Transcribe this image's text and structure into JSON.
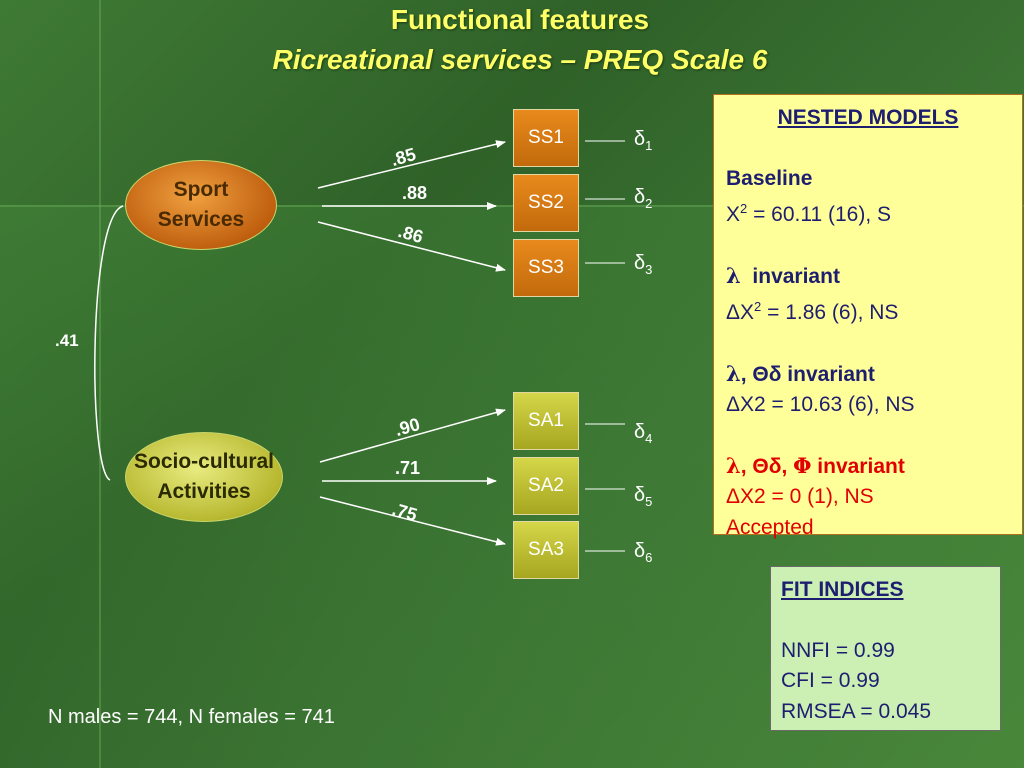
{
  "title": {
    "line1": "Functional features",
    "line2": "Ricreational services – PREQ Scale 6"
  },
  "latent": {
    "sport": [
      "Sport",
      "Services"
    ],
    "socio": [
      "Socio-cultural",
      "Activities"
    ]
  },
  "indicators": {
    "ss1": "SS1",
    "ss2": "SS2",
    "ss3": "SS3",
    "sa1": "SA1",
    "sa2": "SA2",
    "sa3": "SA3"
  },
  "errors": {
    "d1": {
      "sym": "δ",
      "sub": "1"
    },
    "d2": {
      "sym": "δ",
      "sub": "2"
    },
    "d3": {
      "sym": "δ",
      "sub": "3"
    },
    "d4": {
      "sym": "δ",
      "sub": "4"
    },
    "d5": {
      "sym": "δ",
      "sub": "5"
    },
    "d6": {
      "sym": "δ",
      "sub": "6"
    }
  },
  "loadings": {
    "ss1": ".85",
    "ss2": ".88",
    "ss3": ".86",
    "sa1": ".90",
    "sa2": ".71",
    "sa3": ".75"
  },
  "correlation": ".41",
  "nested_models": {
    "header": "NESTED MODELS",
    "baseline_label": "Baseline",
    "baseline_chi": "X",
    "baseline_sup": "2",
    "baseline_value": " = 60.11 (16), S",
    "m1_sym": "λ",
    "m1_label": "invariant",
    "m1_chi": "ΔX",
    "m1_sup": "2",
    "m1_value": " = 1.86 (6), NS",
    "m2_sym": "λ",
    "m2_label": ", Θδ invariant",
    "m2_value": "ΔX2 = 10.63 (6), NS",
    "m3_sym": "λ",
    "m3_label_a": ", Θδ, ",
    "m3_phi": "Φ",
    "m3_label_b": " invariant",
    "m3_value": "ΔX2 = 0 (1), NS",
    "m3_status": "Accepted"
  },
  "fit_indices": {
    "header": "FIT INDICES",
    "nnfi": "NNFI = 0.99",
    "cfi": "CFI = 0.99",
    "rmsea": "RMSEA = 0.045"
  },
  "footer": "N males = 744, N females = 741"
}
